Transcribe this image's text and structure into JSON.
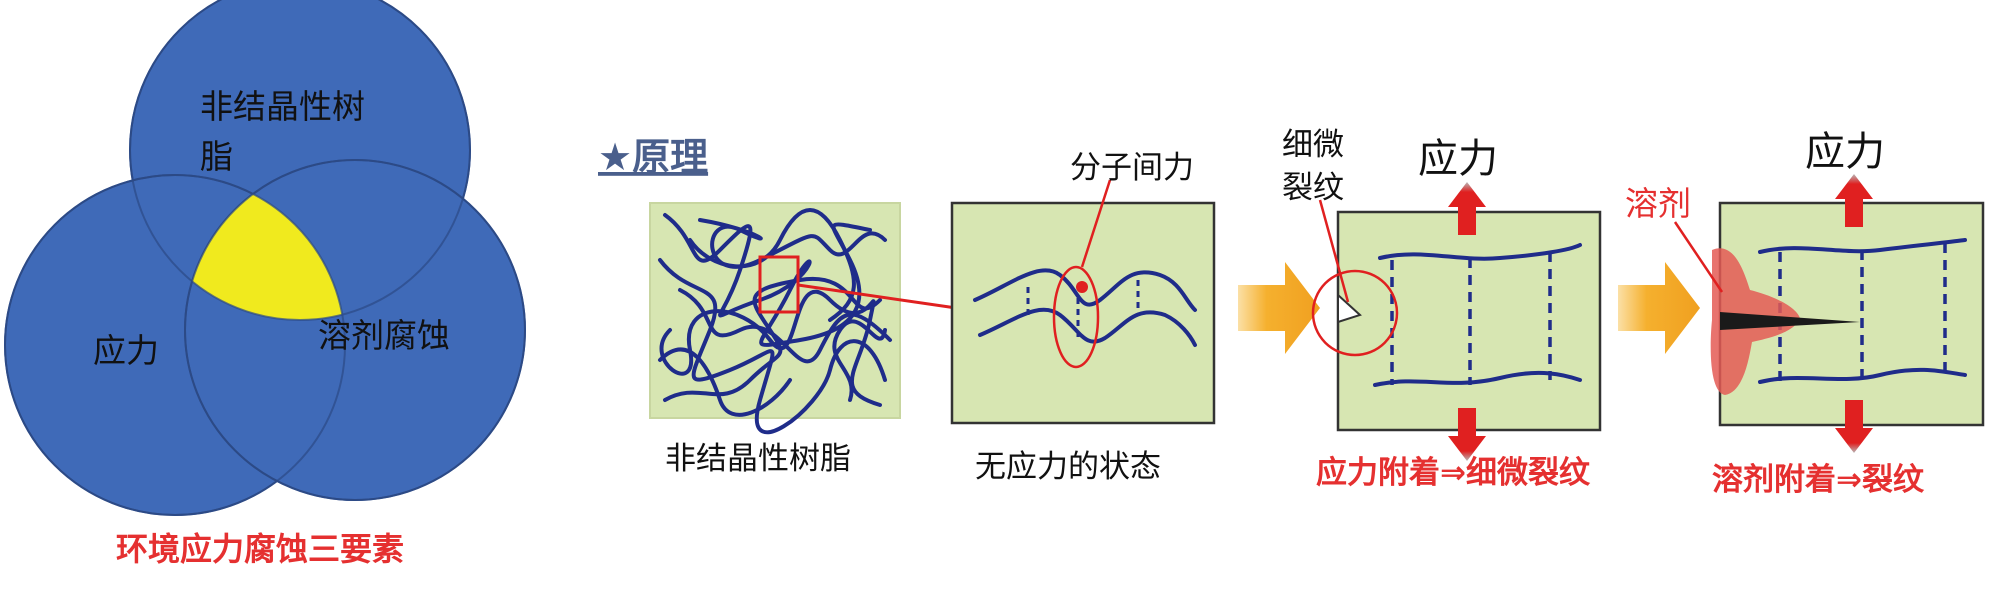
{
  "venn": {
    "circle_top_label": "非结晶性树脂",
    "circle_left_label": "应力",
    "circle_right_label": "溶剂腐蚀",
    "caption": "环境应力腐蚀三要素",
    "colors": {
      "circle_fill": "#3f6ab8",
      "circle_stroke": "#2c4a86",
      "intersection": "#f0ea1e",
      "caption": "#e53030"
    }
  },
  "principle": {
    "heading": "★原理",
    "panel1_caption": "非结晶性树脂",
    "panel2_annotation": "分子间力",
    "panel2_caption": "无应力的状态",
    "panel3_annotation": "细微裂纹",
    "panel3_stress_label": "应力",
    "panel3_caption": "应力附着⇒细微裂纹",
    "panel4_annotation": "溶剂",
    "panel4_stress_label": "应力",
    "panel4_caption": "溶剂附着⇒裂纹",
    "colors": {
      "panel_fill": "#d7e6b2",
      "chain": "#1f2c8a",
      "highlight": "#e53030",
      "arrow": "#f5b02e",
      "heading": "#4a5f8c"
    }
  }
}
